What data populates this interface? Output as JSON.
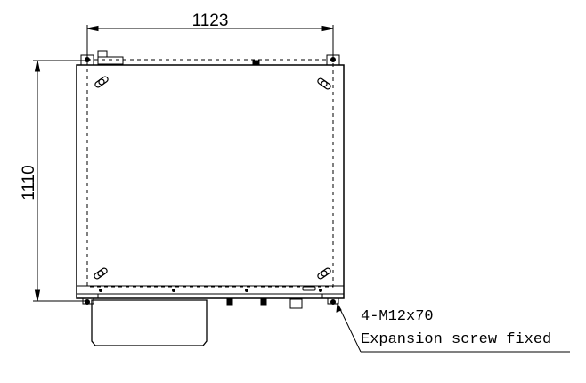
{
  "drawing": {
    "width_dimension": "1123",
    "height_dimension": "1110",
    "annotation_line1": "4-M12x70",
    "annotation_line2": "Expansion screw fixed"
  }
}
